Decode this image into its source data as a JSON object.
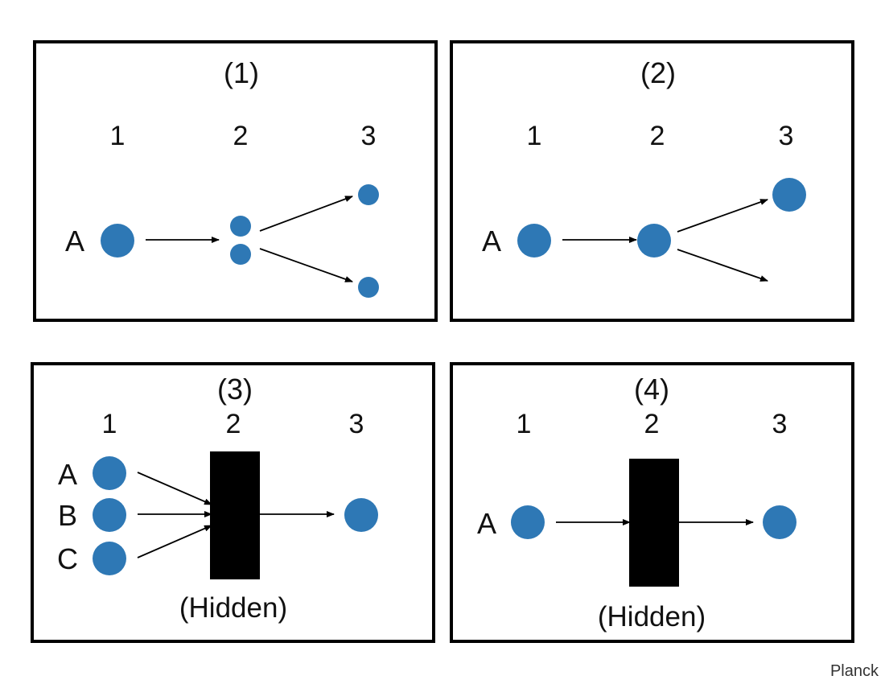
{
  "colors": {
    "node": "#2e78b5",
    "box": "#000000",
    "border": "#000000"
  },
  "panels": [
    {
      "title": "(1)",
      "columns": [
        "1",
        "2",
        "3"
      ],
      "rows": [
        "A"
      ]
    },
    {
      "title": "(2)",
      "columns": [
        "1",
        "2",
        "3"
      ],
      "rows": [
        "A"
      ]
    },
    {
      "title": "(3)",
      "columns": [
        "1",
        "2",
        "3"
      ],
      "rows": [
        "A",
        "B",
        "C"
      ],
      "box_label": "(Hidden)"
    },
    {
      "title": "(4)",
      "columns": [
        "1",
        "2",
        "3"
      ],
      "rows": [
        "A"
      ],
      "box_label": "(Hidden)"
    }
  ],
  "credit": "Planck"
}
